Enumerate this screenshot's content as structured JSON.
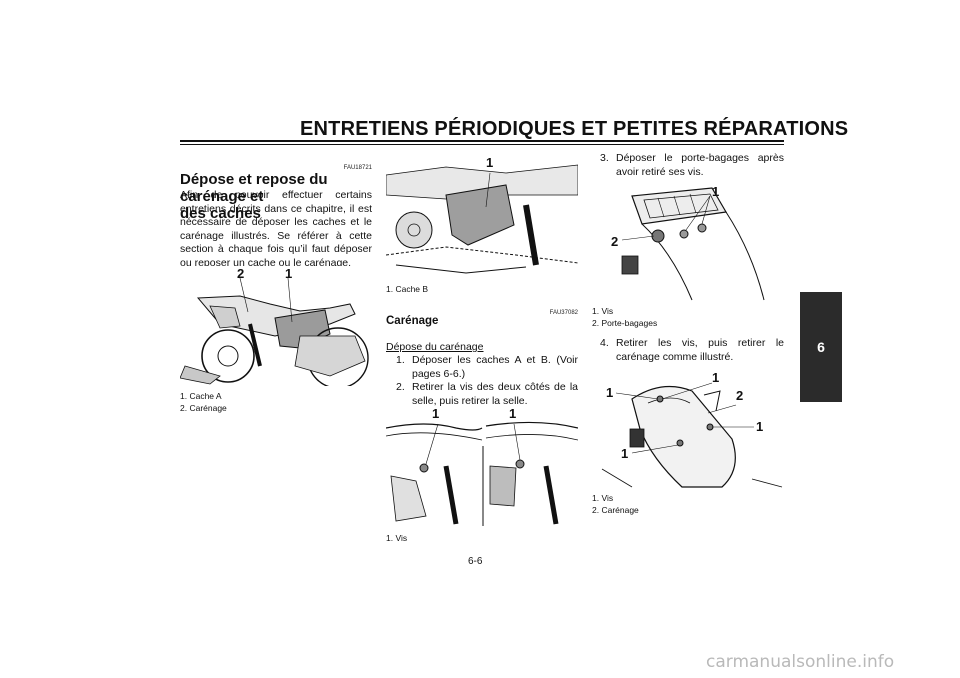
{
  "header": {
    "title": "ENTRETIENS PÉRIODIQUES ET PETITES RÉPARATIONS",
    "chapter": "6"
  },
  "col1": {
    "code": "FAU18721",
    "heading": "Dépose et repose du carénage et des caches",
    "heading_line1": "Dépose et repose du carénage et",
    "heading_line2": "des caches",
    "paragraph": "Afin de pouvoir effectuer certains entretiens décrits dans ce chapitre, il est nécessaire de déposer les caches et le carénage illustrés. Se référer à cette section à chaque fois qu’il faut déposer ou reposer un cache ou le carénage.",
    "figure": {
      "callouts": [
        "2",
        "1"
      ],
      "legend": [
        "1. Cache A",
        "2. Carénage"
      ]
    }
  },
  "col2": {
    "figure1": {
      "callouts": [
        "1"
      ],
      "legend": [
        "1. Cache B"
      ]
    },
    "code": "FAU37082",
    "heading": "Carénage",
    "subheading": "Dépose du carénage",
    "steps": [
      {
        "num": "1.",
        "text": "Déposer les caches A et B. (Voir pages 6-6.)"
      },
      {
        "num": "2.",
        "text": "Retirer la vis des deux côtés de la selle, puis retirer la selle."
      }
    ],
    "figure2": {
      "callouts": [
        "1",
        "1"
      ],
      "legend": [
        "1. Vis"
      ]
    }
  },
  "col3": {
    "step3": {
      "num": "3.",
      "text": "Déposer le porte-bagages après avoir retiré ses vis."
    },
    "figure1": {
      "callouts": [
        "1",
        "2"
      ],
      "legend": [
        "1. Vis",
        "2. Porte-bagages"
      ]
    },
    "step4": {
      "num": "4.",
      "text": "Retirer les vis, puis retirer le carénage comme illustré."
    },
    "figure2": {
      "callouts": [
        "1",
        "1",
        "2",
        "1",
        "1"
      ],
      "legend": [
        "1. Vis",
        "2. Carénage"
      ]
    }
  },
  "footer": {
    "page_number": "6-6",
    "watermark": "carmanualsonline.info"
  }
}
